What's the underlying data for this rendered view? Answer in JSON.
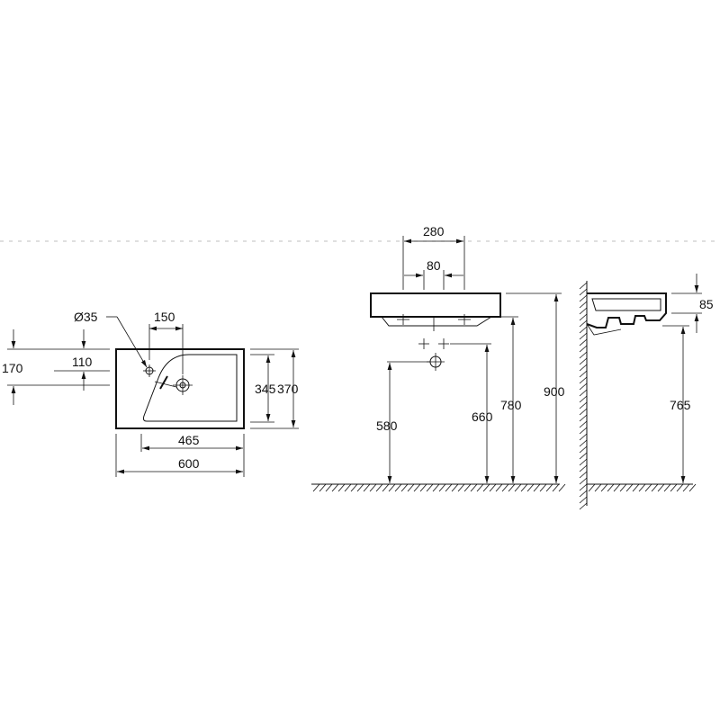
{
  "top_view": {
    "dim_width_total": "600",
    "dim_width_inner": "465",
    "dim_tap_offset": "150",
    "dim_hole_diameter": "Ø35",
    "dim_left_outer": "170",
    "dim_left_inner": "110",
    "dim_depth_inner": "345",
    "dim_depth_outer": "370"
  },
  "front_view": {
    "dim_top_outer": "280",
    "dim_top_inner": "80",
    "dim_height_580": "580",
    "dim_height_660": "660",
    "dim_height_780": "780",
    "dim_height_900": "900"
  },
  "side_view": {
    "dim_thickness": "85",
    "dim_height_765": "765"
  }
}
